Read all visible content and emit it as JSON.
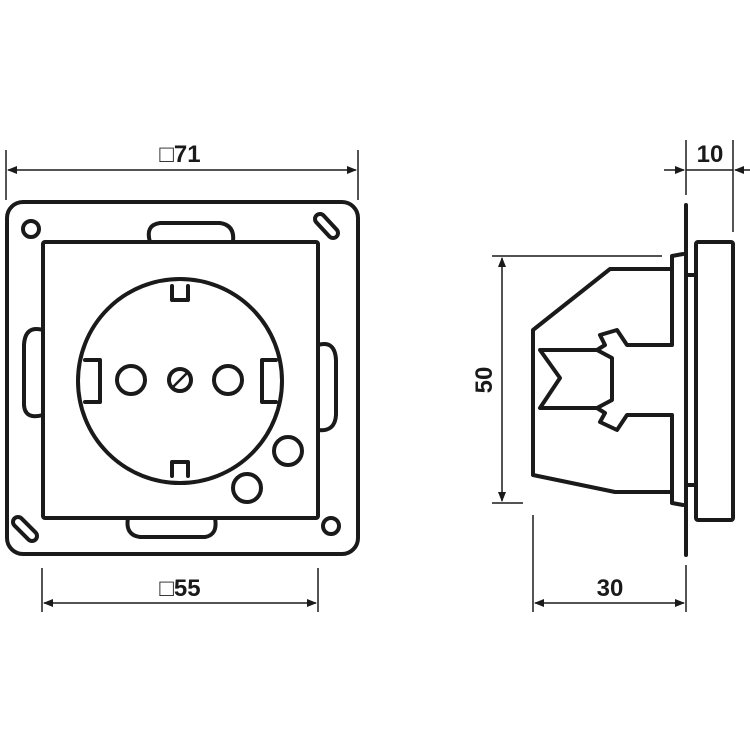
{
  "dimensions": {
    "frame_size": "□71",
    "plate_size": "□55",
    "height": "50",
    "depth": "30",
    "cover_depth": "10"
  }
}
